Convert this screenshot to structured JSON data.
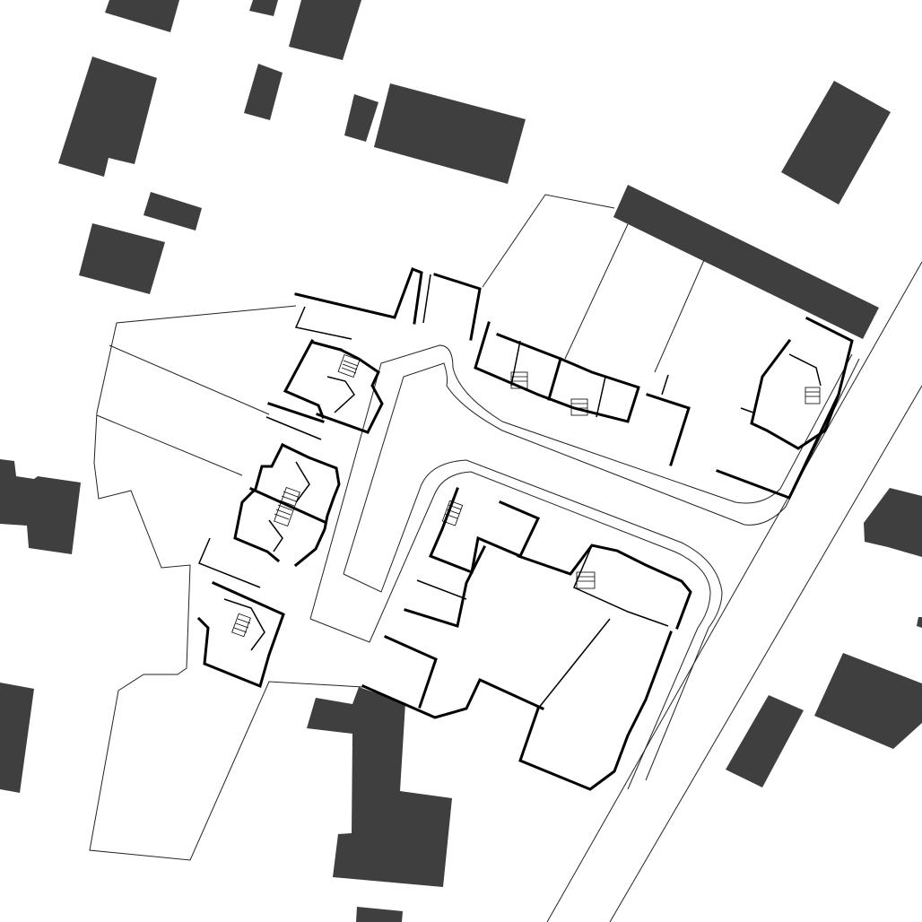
{
  "map": {
    "kind": "site-plan",
    "colors": {
      "background": "#ffffff",
      "neighbour_building": "#3f3f3f",
      "plot_line": "#222222",
      "wall": "#000000"
    },
    "layers": [
      "neighbour-buildings",
      "plot-boundaries",
      "roads",
      "new-housing-floorplans"
    ]
  }
}
